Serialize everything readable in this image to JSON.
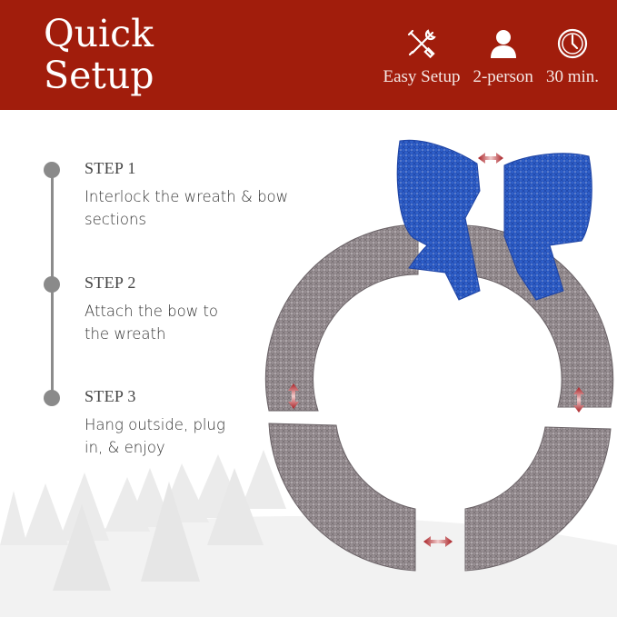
{
  "header": {
    "title_line1": "Quick",
    "title_line2": "Setup",
    "background": "#a11d0c",
    "features": [
      {
        "icon": "tools-icon",
        "label": "Easy Setup"
      },
      {
        "icon": "person-icon",
        "label": "2-person"
      },
      {
        "icon": "clock-icon",
        "label": "30 min."
      }
    ]
  },
  "steps": [
    {
      "title": "STEP 1",
      "description": "Interlock the wreath & bow sections"
    },
    {
      "title": "STEP 2",
      "description": "Attach the bow to the wreath"
    },
    {
      "title": "STEP 3",
      "description": "Hang outside, plug in, & enjoy"
    }
  ],
  "colors": {
    "accent": "#a11d0c",
    "bow": "#2f5fc8",
    "wreath": "#9a9094",
    "arrow": "#b3272a",
    "timeline": "#8a8a8a"
  }
}
